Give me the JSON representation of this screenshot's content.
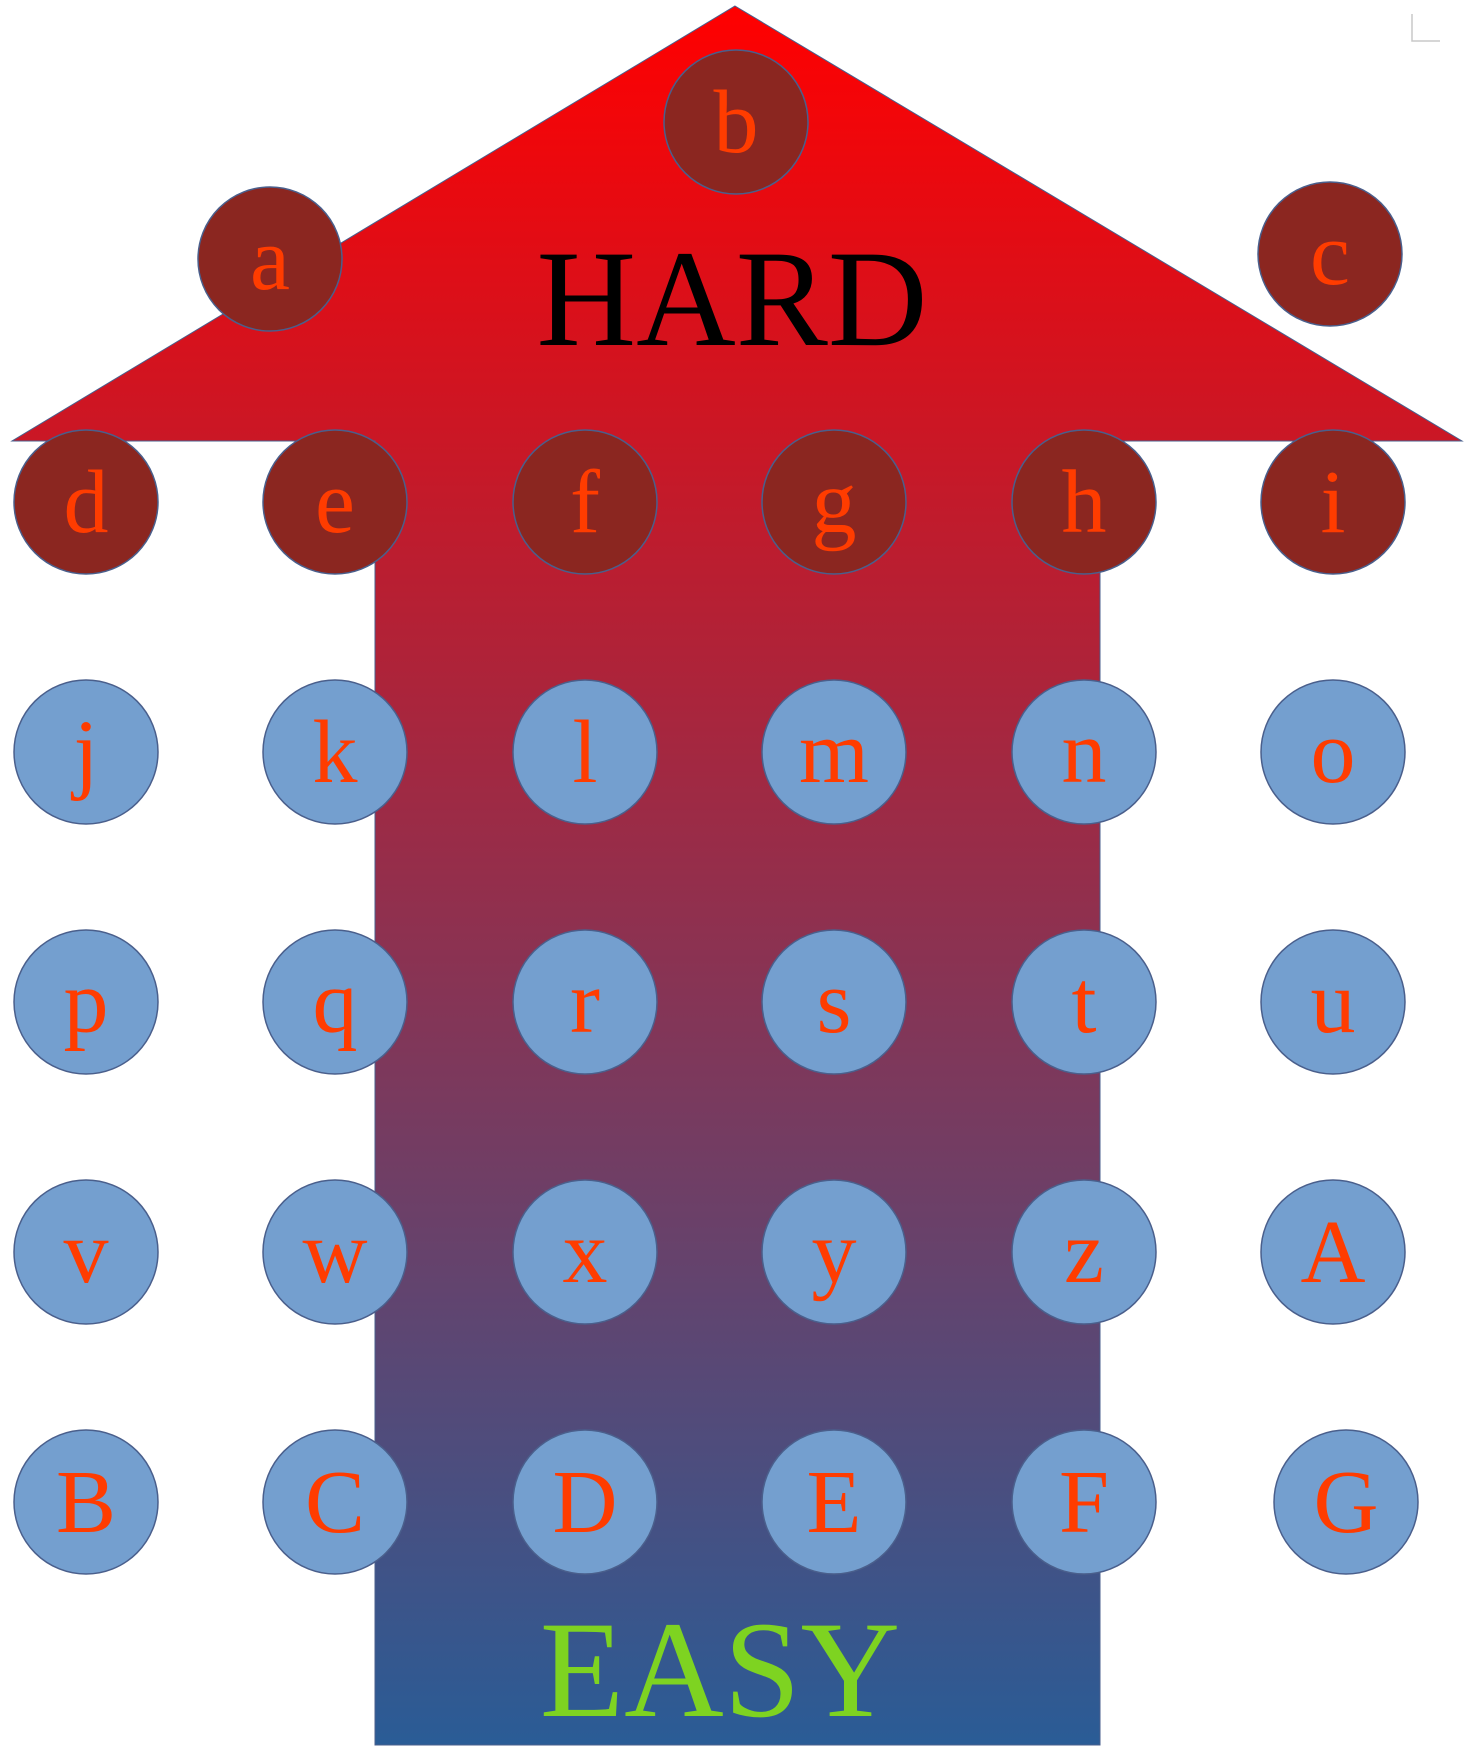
{
  "diagram": {
    "top_label": "HARD",
    "bottom_label": "EASY",
    "colors": {
      "arrow_top": "#ff0000",
      "arrow_bottom": "#2a5c96",
      "hard_circle_fill": "#8b2620",
      "easy_circle_fill": "#749fcf",
      "circle_stroke": "#4a5f8c",
      "letter": "#ff3c00",
      "hard_text": "#000000",
      "easy_text": "#7ed321"
    },
    "hard_nodes": [
      "a",
      "b",
      "c",
      "d",
      "e",
      "f",
      "g",
      "h",
      "i"
    ],
    "easy_nodes": [
      "j",
      "k",
      "l",
      "m",
      "n",
      "o",
      "p",
      "q",
      "r",
      "s",
      "t",
      "u",
      "v",
      "w",
      "x",
      "y",
      "z",
      "A",
      "B",
      "C",
      "D",
      "E",
      "F",
      "G"
    ]
  }
}
